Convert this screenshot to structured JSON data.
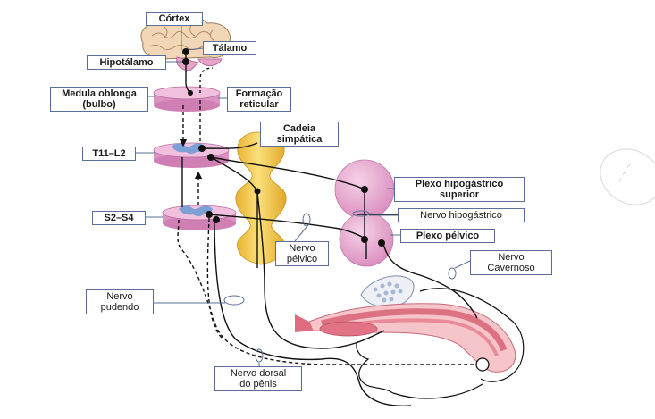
{
  "labels": {
    "cortex": "Córtex",
    "talamo": "Tálamo",
    "hipotalamo": "Hipotálamo",
    "medula_line1": "Medula oblonga",
    "medula_line2": "(bulbo)",
    "formacao_line1": "Formação",
    "formacao_line2": "reticular",
    "cadeia_line1": "Cadeia",
    "cadeia_line2": "simpática",
    "t11_l2": "T11–L2",
    "s2_s4": "S2–S4",
    "plexo_hipo_line1": "Plexo hipogástrico",
    "plexo_hipo_line2": "superior",
    "nervo_hipogastrico": "Nervo hipogástrico",
    "plexo_pelvico": "Plexo pélvico",
    "nervo_pelvico_line1": "Nervo",
    "nervo_pelvico_line2": "pélvico",
    "nervo_cavernoso_line1": "Nervo",
    "nervo_cavernoso_line2": "Cavernoso",
    "nervo_pudendo_line1": "Nervo",
    "nervo_pudendo_line2": "pudendo",
    "nervo_dorsal_line1": "Nervo dorsal",
    "nervo_dorsal_line2": "do pênis"
  },
  "colors": {
    "label_border": "#5a6f95",
    "disc_pink": "#e7a9cf",
    "disc_edge": "#b96ea0",
    "ganglion_yellow": "#f2c648",
    "plexus_pink": "#e9a8d0",
    "grey_matter_blue": "#7d9fd3",
    "nerve_line": "#111111"
  },
  "icons": {
    "brain": "brain-illustration",
    "penis": "penis-anatomy-illustration",
    "stamp": "handwritten-stamp"
  }
}
